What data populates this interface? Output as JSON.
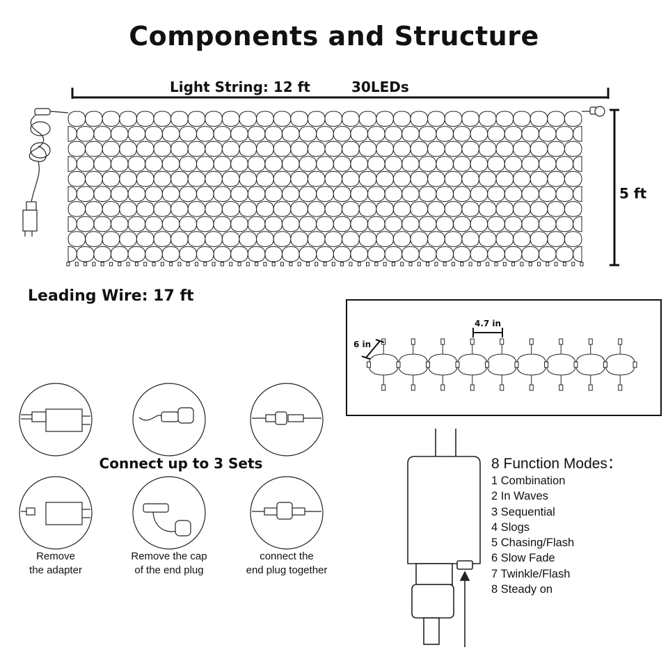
{
  "title": "Components and Structure",
  "light_string": {
    "label": "Light String: 12 ft",
    "leds": "30LEDs"
  },
  "height": "5 ft",
  "leading_wire": "Leading Wire: 17 ft",
  "detail": {
    "spacing": "4.7 in",
    "drop": "6 in"
  },
  "connect": {
    "title": "Connect up to 3 Sets",
    "steps": [
      {
        "line1": "Remove",
        "line2": "the adapter"
      },
      {
        "line1": "Remove the cap",
        "line2": "of the end plug"
      },
      {
        "line1": "connect the",
        "line2": "end plug together"
      }
    ]
  },
  "modes": {
    "title": "8 Function Modes：",
    "items": [
      "1 Combination",
      "2 In Waves",
      "3 Sequential",
      "4 Slogs",
      "5 Chasing/Flash",
      "6 Slow Fade",
      "7 Twinkle/Flash",
      "8 Steady on"
    ]
  }
}
